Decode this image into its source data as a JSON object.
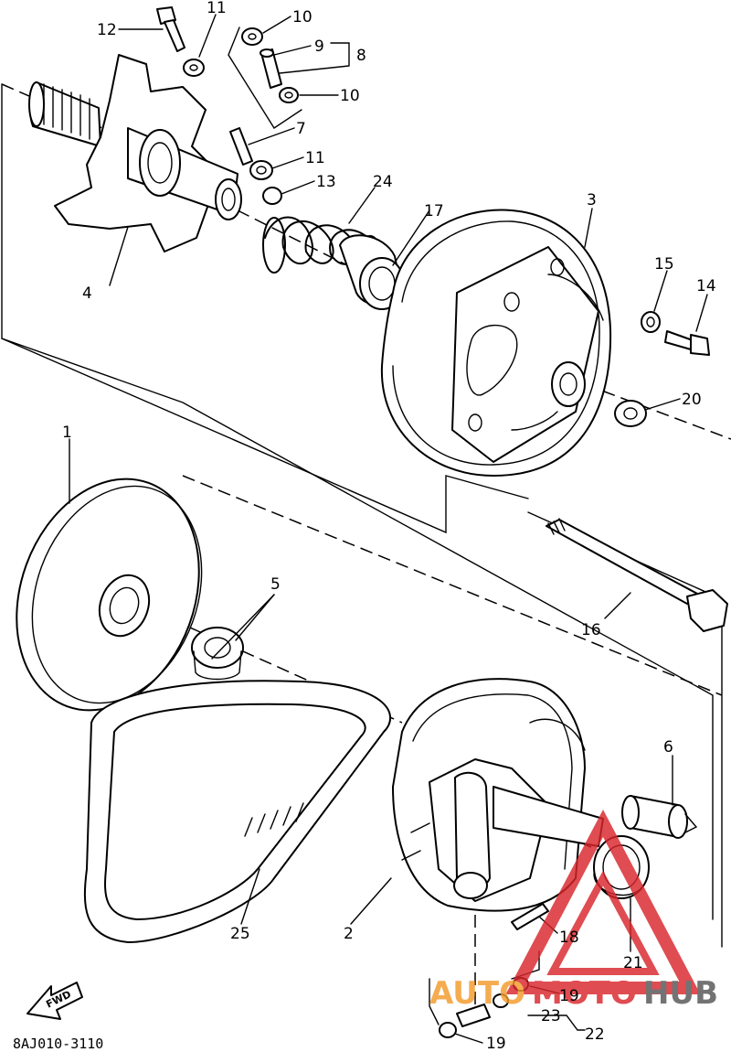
{
  "diagram": {
    "callouts": [
      "1",
      "2",
      "3",
      "4",
      "5",
      "6",
      "7",
      "8",
      "9",
      "10",
      "10",
      "11",
      "11",
      "12",
      "13",
      "14",
      "15",
      "16",
      "17",
      "18",
      "19",
      "19",
      "20",
      "21",
      "22",
      "23",
      "24",
      "25"
    ],
    "part_code": "8AJ010-3110",
    "fwd_label": "FWD"
  },
  "watermark": {
    "text_auto": "AUTO",
    "text_moto": "MOTO",
    "text_hub": "HUB",
    "color_red": "#d9262b",
    "color_orange": "#f39a2a",
    "color_gray": "#555555"
  }
}
